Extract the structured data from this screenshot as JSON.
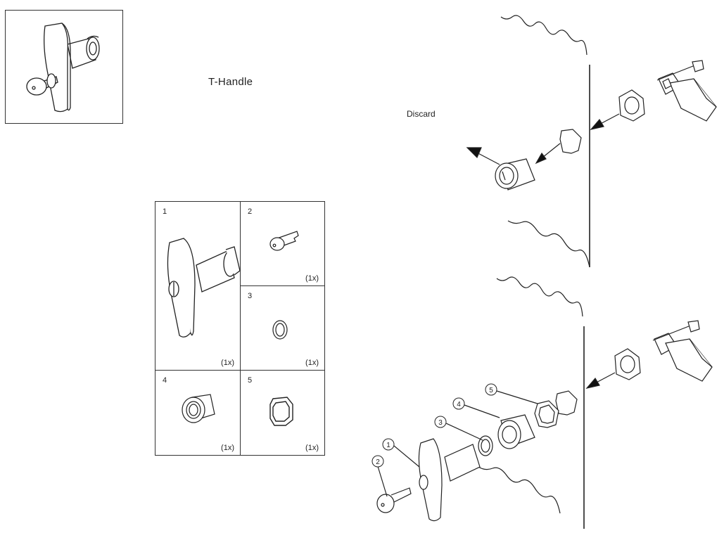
{
  "title": "T-Handle",
  "discard_label": "Discard",
  "parts": [
    {
      "number": "1",
      "qty": "(1x)"
    },
    {
      "number": "2",
      "qty": "(1x)"
    },
    {
      "number": "3",
      "qty": "(1x)"
    },
    {
      "number": "4",
      "qty": "(1x)"
    },
    {
      "number": "5",
      "qty": "(1x)"
    }
  ],
  "callouts": [
    "1",
    "2",
    "3",
    "4",
    "5"
  ]
}
